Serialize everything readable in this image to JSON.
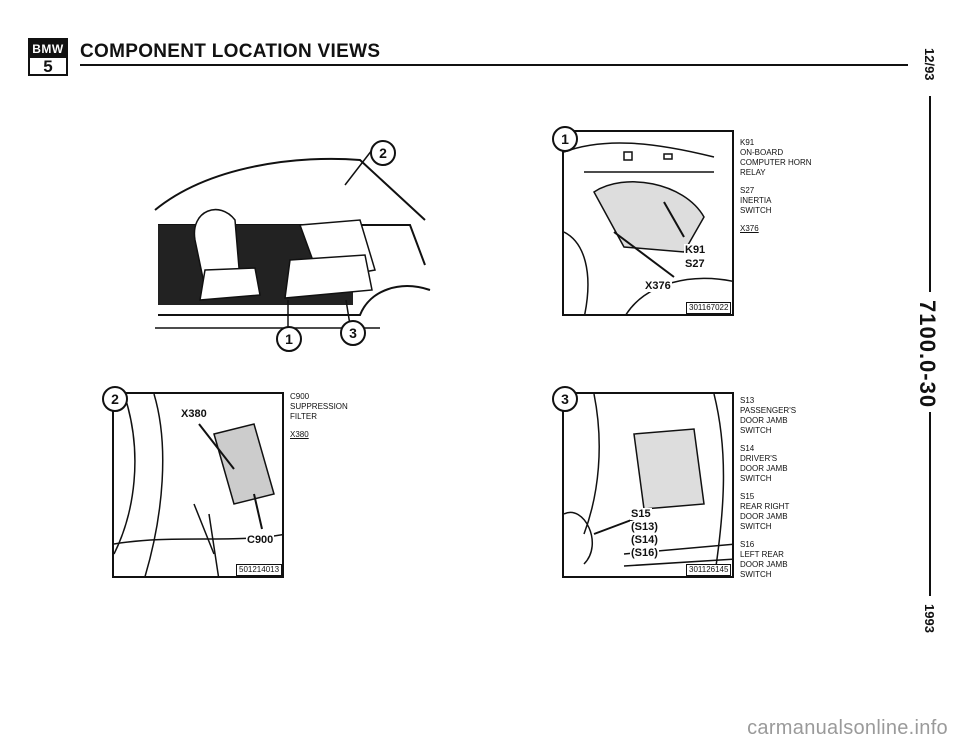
{
  "header": {
    "logo_top": "BMW",
    "logo_number": "5",
    "title": "COMPONENT LOCATION VIEWS"
  },
  "side": {
    "date": "12/93",
    "doc_number": "7100.0-30",
    "year": "1993"
  },
  "overview": {
    "callouts": [
      "1",
      "2",
      "3"
    ]
  },
  "figure1": {
    "callout": "1",
    "labels": [
      "K91",
      "S27",
      "X376"
    ],
    "figure_number": "301167022",
    "caption": [
      {
        "code": "K91",
        "lines": [
          "ON-BOARD",
          "COMPUTER HORN",
          "RELAY"
        ]
      },
      {
        "code": "S27",
        "lines": [
          "INERTIA",
          "SWITCH"
        ]
      },
      {
        "code": "X376",
        "lines": []
      }
    ]
  },
  "figure2": {
    "callout": "2",
    "labels": [
      "X380",
      "C900"
    ],
    "figure_number": "501214013",
    "caption": [
      {
        "code": "C900",
        "lines": [
          "SUPPRESSION",
          "FILTER"
        ]
      },
      {
        "code": "X380",
        "lines": []
      }
    ]
  },
  "figure3": {
    "callout": "3",
    "labels": [
      "S15",
      "(S13)",
      "(S14)",
      "(S16)"
    ],
    "figure_number": "301126145",
    "caption": [
      {
        "code": "S13",
        "lines": [
          "PASSENGER'S",
          "DOOR JAMB",
          "SWITCH"
        ]
      },
      {
        "code": "S14",
        "lines": [
          "DRIVER'S",
          "DOOR JAMB",
          "SWITCH"
        ]
      },
      {
        "code": "S15",
        "lines": [
          "REAR RIGHT",
          "DOOR JAMB",
          "SWITCH"
        ]
      },
      {
        "code": "S16",
        "lines": [
          "LEFT REAR",
          "DOOR JAMB",
          "SWITCH"
        ]
      }
    ]
  },
  "watermark": "carmanualsonline.info"
}
